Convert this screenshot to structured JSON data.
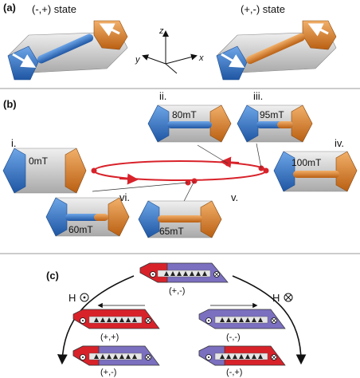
{
  "panel_a": {
    "label": "(a)",
    "left_state": "(-,+) state",
    "right_state": "(+,-) state",
    "axes": {
      "z": "z",
      "y": "y",
      "x": "x"
    }
  },
  "panel_b": {
    "label": "(b)",
    "snapshots": [
      {
        "roman": "i.",
        "field": "0mT"
      },
      {
        "roman": "ii.",
        "field": "80mT"
      },
      {
        "roman": "iii.",
        "field": "95mT"
      },
      {
        "roman": "iv.",
        "field": "100mT"
      },
      {
        "roman": "v.",
        "field": "65mT"
      },
      {
        "roman": "vi.",
        "field": "60mT"
      }
    ]
  },
  "panel_c": {
    "label": "(c)",
    "top_state": "(+,-)",
    "left_field": "H",
    "right_field": "H",
    "mid_left_state": "(+,+)",
    "mid_right_state": "(-,-)",
    "bottom_left_state": "(+,-)",
    "bottom_right_state": "(-,+)"
  },
  "colors": {
    "blue": "#2f6fc0",
    "orange": "#d97a24",
    "gray": "#c8c8c8",
    "red": "#d8222a",
    "purple": "#7b6fc0",
    "loop": "#d8222a"
  }
}
